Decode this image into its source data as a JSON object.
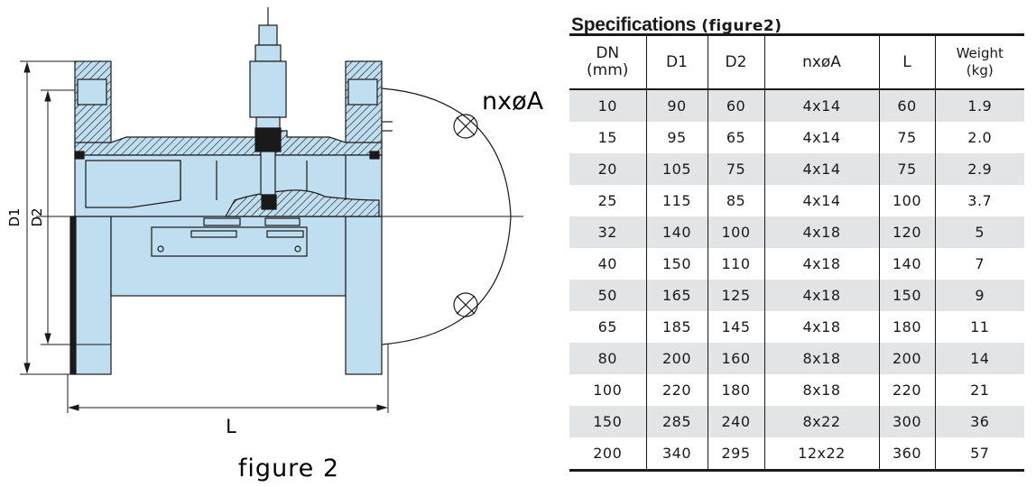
{
  "figure": {
    "caption": "figure 2",
    "labels": {
      "d1": "D1",
      "d2": "D2",
      "l": "L",
      "holes": "nxøA"
    }
  },
  "specifications": {
    "title": "Specifications",
    "subtitle": "(figure2)",
    "headers": [
      {
        "line1": "DN",
        "line2": "(mm)"
      },
      {
        "line1": "D1",
        "line2": ""
      },
      {
        "line1": "D2",
        "line2": ""
      },
      {
        "line1": "nxøA",
        "line2": ""
      },
      {
        "line1": "L",
        "line2": ""
      },
      {
        "line1": "Weight",
        "line2": "(kg)"
      }
    ],
    "rows": [
      [
        "10",
        "90",
        "60",
        "4x14",
        "60",
        "1.9"
      ],
      [
        "15",
        "95",
        "65",
        "4x14",
        "75",
        "2.0"
      ],
      [
        "20",
        "105",
        "75",
        "4x14",
        "75",
        "2.9"
      ],
      [
        "25",
        "115",
        "85",
        "4x14",
        "100",
        "3.7"
      ],
      [
        "32",
        "140",
        "100",
        "4x18",
        "120",
        "5"
      ],
      [
        "40",
        "150",
        "110",
        "4x18",
        "140",
        "7"
      ],
      [
        "50",
        "165",
        "125",
        "4x18",
        "150",
        "9"
      ],
      [
        "65",
        "185",
        "145",
        "4x18",
        "180",
        "11"
      ],
      [
        "80",
        "200",
        "160",
        "8x18",
        "200",
        "14"
      ],
      [
        "100",
        "220",
        "180",
        "8x18",
        "220",
        "21"
      ],
      [
        "150",
        "285",
        "240",
        "8x22",
        "300",
        "36"
      ],
      [
        "200",
        "340",
        "295",
        "12x22",
        "360",
        "57"
      ]
    ]
  },
  "colors": {
    "body_fill": "#bfdff0",
    "outline": "#1a1a1a",
    "row_shade": "#e3e4e5"
  }
}
